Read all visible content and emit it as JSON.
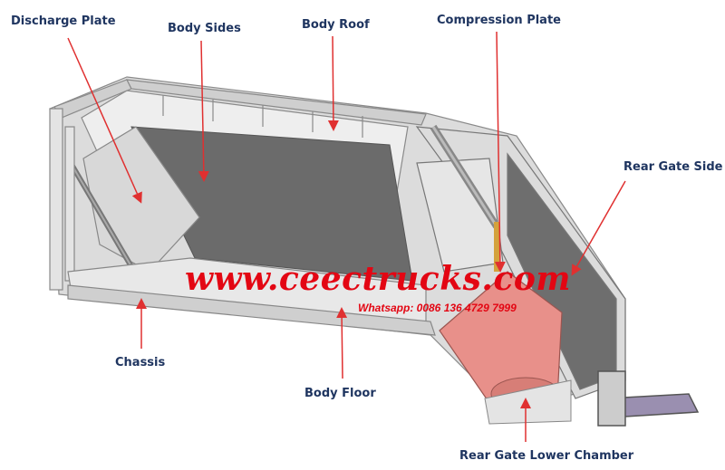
{
  "labels": {
    "discharge_plate": "Discharge Plate",
    "body_sides": "Body Sides",
    "body_roof": "Body Roof",
    "compression_plate": "Compression Plate",
    "rear_gate_side": "Rear Gate Side",
    "chassis": "Chassis",
    "body_floor": "Body Floor",
    "rear_gate_lower_chamber": "Rear Gate Lower Chamber"
  },
  "watermark": {
    "url": "www.ceectrucks.com",
    "whatsapp": "Whatsapp: 0086 136 4729 7999"
  },
  "colors": {
    "label_text": "#1f3560",
    "arrow": "#e03030",
    "watermark": "#e30613",
    "body_panel": "#6a6a6a",
    "frame": "#c8c8c8",
    "chamber": "#e8908a"
  }
}
